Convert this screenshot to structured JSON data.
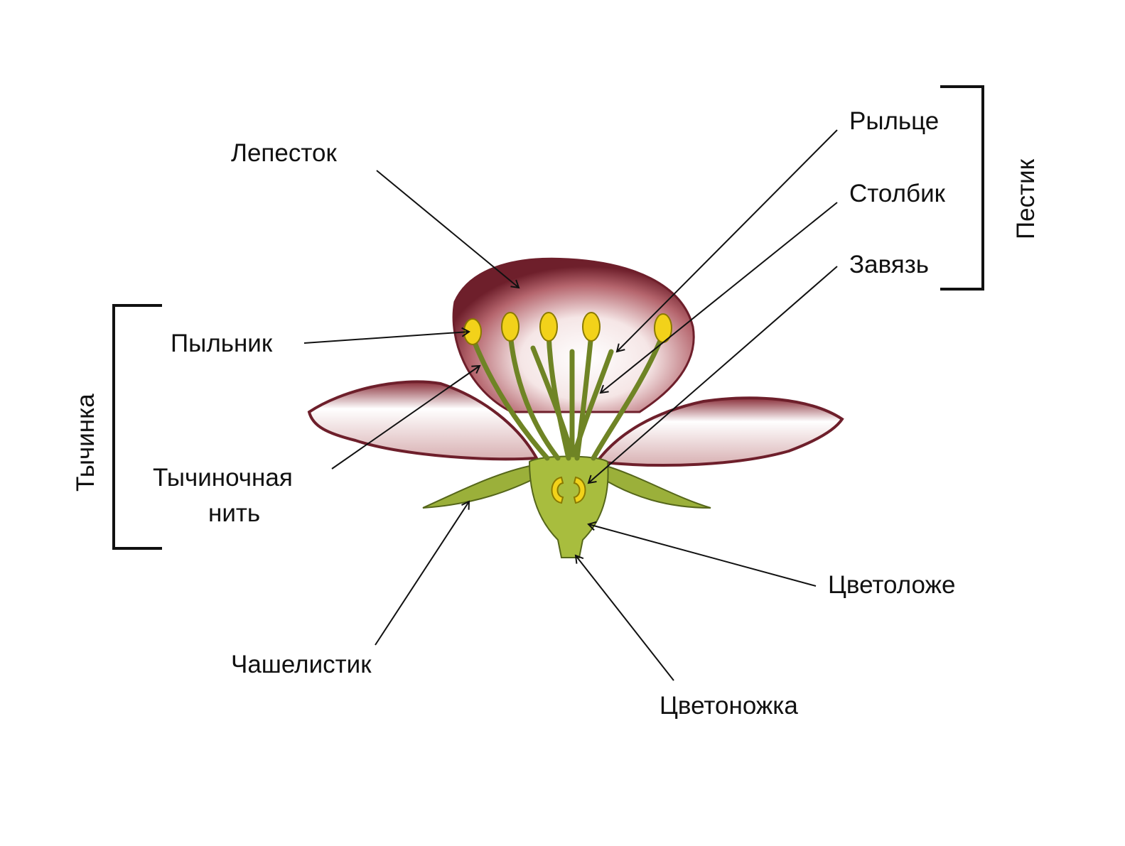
{
  "labels": {
    "petal": "Лепесток",
    "anther": "Пыльник",
    "filament_line1": "Тычиночная",
    "filament_line2": "нить",
    "stamen": "Тычинка",
    "stigma": "Рыльце",
    "style": "Столбик",
    "ovary": "Завязь",
    "pistil": "Пестик",
    "receptacle": "Цветоложе",
    "pedicel": "Цветоножка",
    "sepal": "Чашелистик"
  },
  "colors": {
    "petal": "#7a2a35",
    "green": "#9bb03a",
    "anther": "#f2d21a",
    "line": "#111111"
  }
}
